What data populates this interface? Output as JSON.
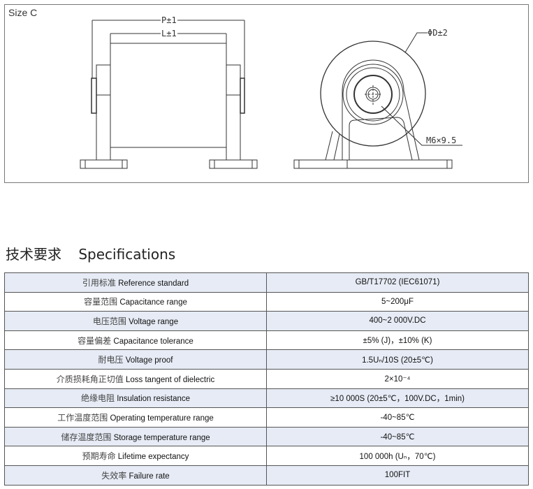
{
  "drawing": {
    "size_label": "Size C",
    "dim_p": "P±1",
    "dim_l": "L±1",
    "dim_d": "ΦD±2",
    "dim_thread": "M6×9.5"
  },
  "section": {
    "title_cn": "技术要求",
    "title_en": "Specifications"
  },
  "specs": [
    {
      "cn": "引用标准",
      "en": "Reference standard",
      "value": "GB/T17702 (IEC61071)"
    },
    {
      "cn": "容量范围",
      "en": "Capacitance range",
      "value": "5~200μF"
    },
    {
      "cn": "电压范围",
      "en": "Voltage range",
      "value": "400~2 000V.DC"
    },
    {
      "cn": "容量偏差",
      "en": "Capacitance tolerance",
      "value": "±5% (J)，±10% (K)"
    },
    {
      "cn": "耐电压",
      "en": "Voltage proof",
      "value": "1.5Uₙ/10S (20±5℃)"
    },
    {
      "cn": "介质损耗角正切值",
      "en": "Loss tangent of dielectric",
      "value": "2×10⁻⁴"
    },
    {
      "cn": "绝缘电阻",
      "en": "Insulation resistance",
      "value": "≥10 000S (20±5℃，100V.DC，1min)"
    },
    {
      "cn": "工作温度范围",
      "en": "Operating temperature range",
      "value": "-40~85℃"
    },
    {
      "cn": "储存温度范围",
      "en": "Storage temperature range",
      "value": "-40~85℃"
    },
    {
      "cn": "预期寿命",
      "en": "Lifetime expectancy",
      "value": "100 000h (Uₙ，70℃)"
    },
    {
      "cn": "失效率",
      "en": "Failure rate",
      "value": "100FIT"
    }
  ]
}
